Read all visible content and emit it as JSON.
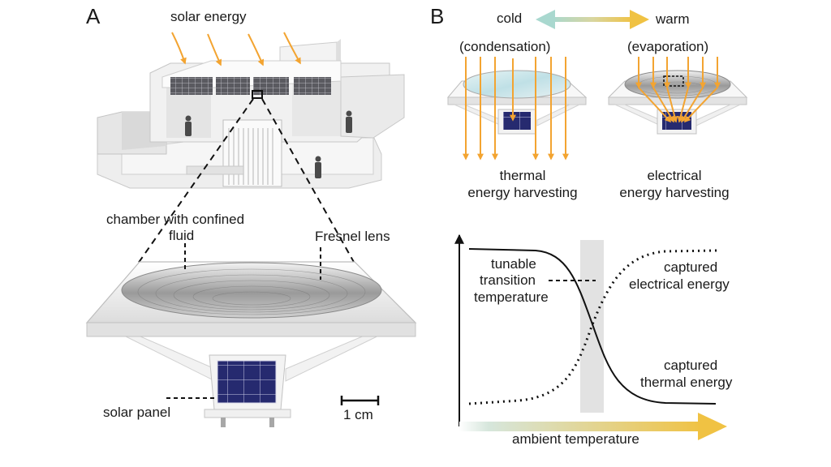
{
  "panel_a": {
    "letter": "A",
    "solar_energy": "solar energy",
    "chamber_label": "chamber with confined",
    "chamber_label_line2": "fluid",
    "fresnel_label": "Fresnel lens",
    "solar_panel_label": "solar panel",
    "scale_label": "1 cm"
  },
  "panel_b": {
    "letter": "B",
    "cold": "cold",
    "warm": "warm",
    "condensation": "(condensation)",
    "evaporation": "(evaporation)",
    "thermal_harvest_line1": "thermal",
    "thermal_harvest_line2": "energy harvesting",
    "electrical_harvest_line1": "electrical",
    "electrical_harvest_line2": "energy harvesting"
  },
  "graph": {
    "tunable_line1": "tunable",
    "tunable_line2": "transition",
    "tunable_line3": "temperature",
    "elec_line1": "captured",
    "elec_line2": "electrical energy",
    "therm_line1": "captured",
    "therm_line2": "thermal energy",
    "x_axis": "ambient temperature"
  },
  "colors": {
    "orange": "#f3a431",
    "cold_teal": "#a9d8cf",
    "warm_yellow": "#f0c243",
    "panel_blue": "#252a6e",
    "band_gray": "#e2e2e2"
  }
}
